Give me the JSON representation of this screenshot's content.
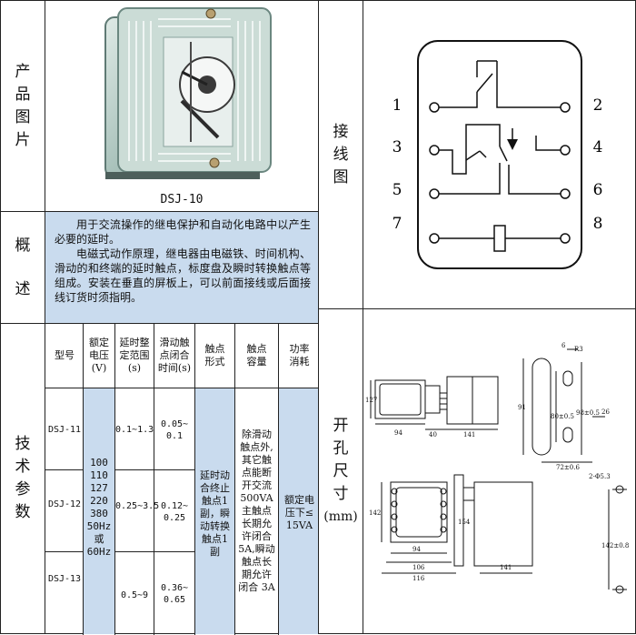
{
  "left": {
    "photo_label": [
      "产",
      "品",
      "图",
      "片"
    ],
    "photo_caption": "DSJ-10",
    "overview_label": [
      "概",
      "述"
    ],
    "overview_p1": "用于交流操作的继电保护和自动化电路中以产生必要的延时。",
    "overview_p2": "电磁式动作原理，继电器由电磁铁、时间机构、滑动的和终端的延时触点，标度盘及瞬时转换触点等组成。安装在垂直的屏板上，可以前面接线或后面接线订货时须指明。",
    "tech_label": [
      "技",
      "术",
      "参",
      "数"
    ]
  },
  "table": {
    "headers": {
      "model": "型号",
      "voltage": "额定电压(V)",
      "delay_range": "延时整定范围(s)",
      "slide_time": "滑动触点闭合时间(s)",
      "contact_form": "触点形式",
      "contact_capacity": "触点容量",
      "power": "功率消耗"
    },
    "models": [
      "DSJ-11",
      "DSJ-12",
      "DSJ-13"
    ],
    "voltage_lines": [
      "100",
      "110",
      "127",
      "220",
      "380",
      "50Hz",
      "或",
      "60Hz"
    ],
    "delay_ranges": [
      "0.1~1.3",
      "0.25~3.5",
      "0.5~9"
    ],
    "slide_times": [
      [
        "0.05~",
        "0.1"
      ],
      [
        "0.12~",
        "0.25"
      ],
      [
        "0.36~",
        "0.65"
      ]
    ],
    "contact_form_lines": [
      "延时动",
      "合终止",
      "触点1",
      "副，瞬",
      "动转换",
      "触点1",
      "副"
    ],
    "capacity_lines": [
      "除滑动",
      "触点外,",
      "其它触",
      "点能断",
      "开交流",
      "500VA",
      "主触点",
      "长期允",
      "许闭合",
      "5A,瞬动",
      "触点长",
      "期允许",
      "闭合 3A"
    ],
    "power_lines": [
      "额定电",
      "压下≤",
      "15VA"
    ]
  },
  "right": {
    "wiring_label": [
      "接",
      "线",
      "图"
    ],
    "terminals": [
      "1",
      "2",
      "3",
      "4",
      "5",
      "6",
      "7",
      "8"
    ],
    "cutout_label": [
      "开",
      "孔",
      "尺",
      "寸"
    ],
    "cutout_unit": "(mm)"
  },
  "drawing_dims": {
    "d_127": "127",
    "d_94_top": "94",
    "d_40": "40",
    "d_141_top": "141",
    "d_6": "6",
    "d_r3": "R3",
    "d_91": "91",
    "d_80": "80±0.5",
    "d_98": "98±0.5",
    "d_26": "26",
    "d_72": "72±0.6",
    "d_142": "142",
    "d_154": "154",
    "d_94_bot": "94",
    "d_106": "106",
    "d_116": "116",
    "d_141_bot": "141",
    "d_holes": "2-Φ5.3",
    "d_142b": "142±0.8"
  },
  "colors": {
    "table_highlight": "#c9dbee",
    "border": "#222222"
  }
}
